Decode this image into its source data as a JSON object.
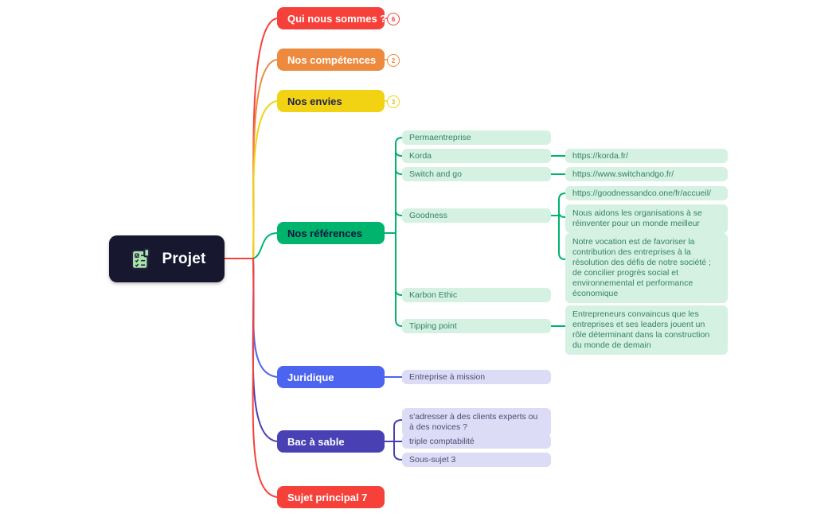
{
  "mindmap": {
    "root": {
      "label": "Projet",
      "icon": "checklist-icon",
      "color": "#17172f"
    },
    "palette": {
      "red": "#f6413a",
      "orange": "#ed8a3d",
      "yellow": "#f2d313",
      "green": "#00b46d",
      "green_light": "#d4f1e2",
      "blue": "#4d64f0",
      "indigo": "#4840b3",
      "lavender_light": "#dcdcf6",
      "root_bg": "#17172f",
      "background": "#ffffff"
    },
    "topics": [
      {
        "label": "Qui nous sommes ?",
        "badge": "6",
        "color": "#f6413a"
      },
      {
        "label": "Nos compétences",
        "badge": "2",
        "color": "#ed8a3d"
      },
      {
        "label": "Nos envies",
        "badge": "3",
        "color": "#f2d313"
      },
      {
        "label": "Nos références",
        "color": "#00b46d",
        "children": [
          {
            "label": "Permaentreprise"
          },
          {
            "label": "Korda",
            "children": [
              {
                "label": "https://korda.fr/"
              }
            ]
          },
          {
            "label": "Switch and go",
            "children": [
              {
                "label": "https://www.switchandgo.fr/"
              }
            ]
          },
          {
            "label": "Goodness",
            "children": [
              {
                "label": "https://goodnessandco.one/fr/accueil/"
              },
              {
                "label": "Nous aidons les organisations à se réinventer pour un monde meilleur"
              },
              {
                "label": "Notre vocation est de favoriser la contribution des entreprises à la résolution des défis de notre société ; de concilier progrès social et environnemental et performance économique"
              }
            ]
          },
          {
            "label": "Karbon Ethic"
          },
          {
            "label": "Tipping point",
            "children": [
              {
                "label": "Entrepreneurs convaincus que les entreprises et ses leaders jouent un rôle déterminant dans la construction du monde de demain"
              }
            ]
          }
        ]
      },
      {
        "label": "Juridique",
        "color": "#4d64f0",
        "children": [
          {
            "label": "Entreprise à mission"
          }
        ]
      },
      {
        "label": "Bac à sable",
        "color": "#4840b3",
        "children": [
          {
            "label": "s'adresser à des clients experts ou à des novices ?"
          },
          {
            "label": "triple comptabilité"
          },
          {
            "label": "Sous-sujet 3"
          }
        ]
      },
      {
        "label": "Sujet principal 7",
        "color": "#f6413a"
      }
    ]
  }
}
